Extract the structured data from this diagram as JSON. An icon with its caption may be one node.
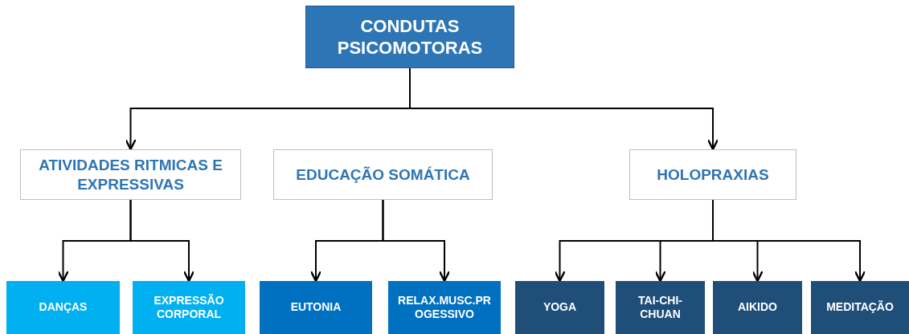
{
  "diagram": {
    "nodes": [
      {
        "text": [
          "CONDUTAS PSICOMOTORAS"
        ]
      },
      {
        "text": [
          "ATIVIDADES RITMICAS E EXPRESSIVAS"
        ]
      },
      {
        "text": [
          "EDUCAÇÃO SOMÁTICA"
        ]
      },
      {
        "text": [
          "HOLOPRAXIAS"
        ]
      },
      {
        "text": [
          "DANÇAS"
        ]
      },
      {
        "text": [
          "EXPRESSÃO CORPORAL"
        ]
      },
      {
        "text": [
          "EUTONIA"
        ]
      },
      {
        "text": [
          "RELAX.MUSC.PROGESSIVO"
        ]
      },
      {
        "text": [
          "YOGA"
        ]
      },
      {
        "text": [
          "TAI-CHI-CHUAN"
        ]
      },
      {
        "text": [
          "AIKIDO"
        ]
      },
      {
        "text": [
          "MEDITAÇÃO"
        ]
      }
    ],
    "edges": [
      {
        "from": 0,
        "to": 1,
        "arrow": "to"
      },
      {
        "from": 0,
        "to": 3,
        "arrow": "to"
      },
      {
        "from": 1,
        "to": 4,
        "arrow": "to"
      },
      {
        "from": 1,
        "to": 5,
        "arrow": "to"
      },
      {
        "from": 2,
        "to": 6,
        "arrow": "to"
      },
      {
        "from": 2,
        "to": 7,
        "arrow": "to"
      },
      {
        "from": 3,
        "to": 8,
        "arrow": "to"
      },
      {
        "from": 3,
        "to": 9,
        "arrow": "to"
      },
      {
        "from": 3,
        "to": 10,
        "arrow": "to"
      },
      {
        "from": 3,
        "to": 11,
        "arrow": "to"
      }
    ]
  }
}
